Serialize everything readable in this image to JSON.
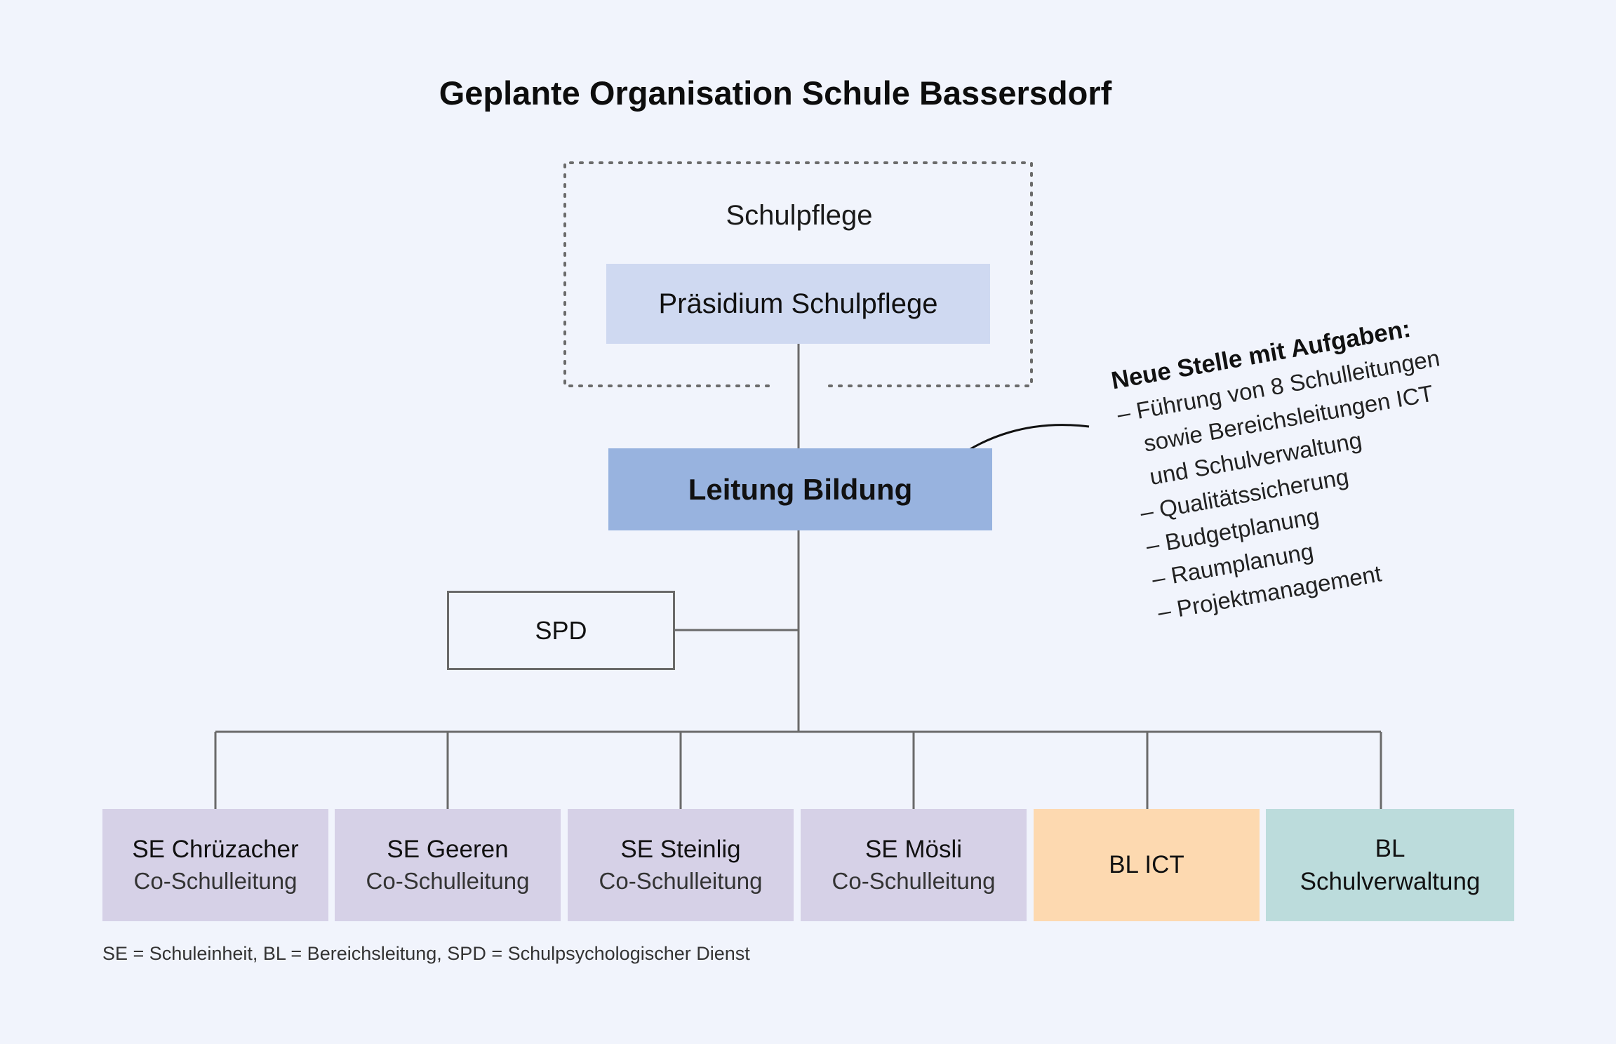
{
  "title": "Geplante Organisation Schule Bassersdorf",
  "schulpflege_label": "Schulpflege",
  "praesidium": "Präsidium Schulpflege",
  "leitung": "Leitung Bildung",
  "spd": "SPD",
  "annotation": {
    "heading": "Neue Stelle mit Aufgaben:",
    "items": [
      "– Führung von 8 Schulleitungen",
      "sowie Bereichsleitungen ICT",
      "und Schulverwaltung",
      "– Qualitätssicherung",
      "– Budgetplanung",
      "– Raumplanung",
      "– Projektmanagement"
    ]
  },
  "units": [
    {
      "name": "SE Chrüzacher",
      "sub": "Co-Schulleitung"
    },
    {
      "name": "SE Geeren",
      "sub": "Co-Schulleitung"
    },
    {
      "name": "SE Steinlig",
      "sub": "Co-Schulleitung"
    },
    {
      "name": "SE Mösli",
      "sub": "Co-Schulleitung"
    },
    {
      "name": "BL ICT"
    },
    {
      "name_line1": "BL",
      "name_line2": "Schulverwaltung"
    }
  ],
  "footnote": "SE = Schuleinheit, BL = Bereichsleitung, SPD = Schulpsychologischer Dienst",
  "colors": {
    "background": "#f1f4fc",
    "praesidium": "#cfd9f1",
    "leitung": "#98b3df",
    "school_unit": "#d6d1e7",
    "bl_ict": "#fdd9b0",
    "bl_schulverwaltung": "#bcdcdc",
    "connector": "#6a6a6a"
  }
}
